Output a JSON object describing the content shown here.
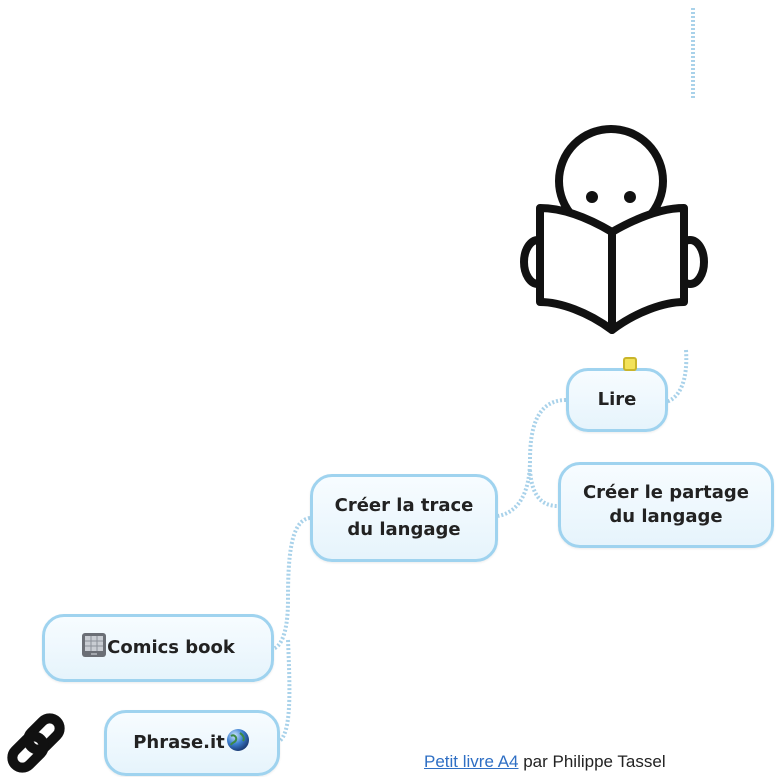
{
  "nodes": {
    "lire": "Lire",
    "creer_partage": "Créer le partage\ndu langage",
    "creer_trace": "Créer la trace\ndu langage",
    "comics": "Comics book",
    "phrase": "Phrase.it"
  },
  "footer": {
    "link_text": "Petit livre A4",
    "suffix": " par Philippe Tassel"
  },
  "colors": {
    "connector": "#a9d2ea",
    "node_border": "#9fd3ef",
    "link": "#2f6fc4",
    "note_marker": "#f2e25a"
  },
  "icons": [
    "reading-person-icon",
    "note-marker-icon",
    "tablet-icon",
    "globe-icon",
    "chain-link-icon"
  ]
}
